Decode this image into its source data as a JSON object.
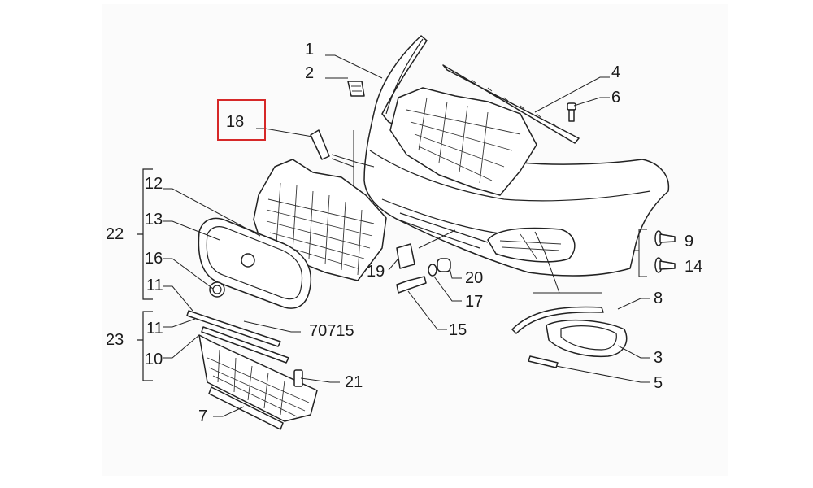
{
  "callouts": {
    "c1": "1",
    "c2": "2",
    "c3": "3",
    "c4": "4",
    "c5": "5",
    "c6": "6",
    "c7": "7",
    "c8": "8",
    "c9": "9",
    "c10": "10",
    "c11a": "11",
    "c11b": "11",
    "c12": "12",
    "c13": "13",
    "c14": "14",
    "c15": "15",
    "c16": "16",
    "c17": "17",
    "c18": "18",
    "c19": "19",
    "c20": "20",
    "c21": "21",
    "c22": "22",
    "c23": "23",
    "c70715": "70715"
  },
  "highlight_color": "#d62828",
  "highlighted_callout": "18"
}
